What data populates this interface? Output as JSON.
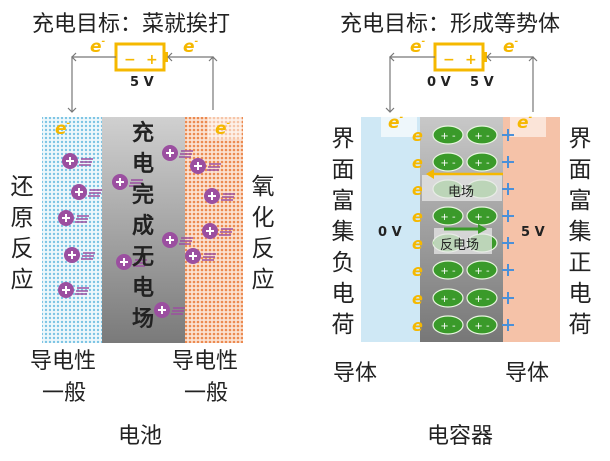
{
  "battery_panel": {
    "title": "充电目标：菜就挨打",
    "voltage": "5 V",
    "electron": "e-",
    "left_reaction": "还原反应",
    "right_reaction": "氧化反应",
    "center_text": "充电完成无电场",
    "left_conductivity": [
      "导电性",
      "一般"
    ],
    "right_conductivity": [
      "导电性",
      "一般"
    ],
    "caption": "电池"
  },
  "capacitor_panel": {
    "title": "充电目标：形成等势体",
    "left_voltage": "0 V",
    "right_voltage": "5 V",
    "left_label": "界面富集负电荷",
    "right_label": "界面富集正电荷",
    "left_plate_voltage": "0 V",
    "right_plate_voltage": "5 V",
    "field_label": "电场",
    "reverse_field_label": "反电场",
    "dipole_text": "+ -",
    "left_conductor": "导体",
    "right_conductor": "导体",
    "caption": "电容器"
  },
  "colors": {
    "battery": "#f5b800",
    "ion": "#9b4fa0",
    "dipole": "#3a9a2a",
    "plus": "#4a90d9",
    "blue": "#cfe8f5",
    "orange": "#f5c2a8"
  }
}
